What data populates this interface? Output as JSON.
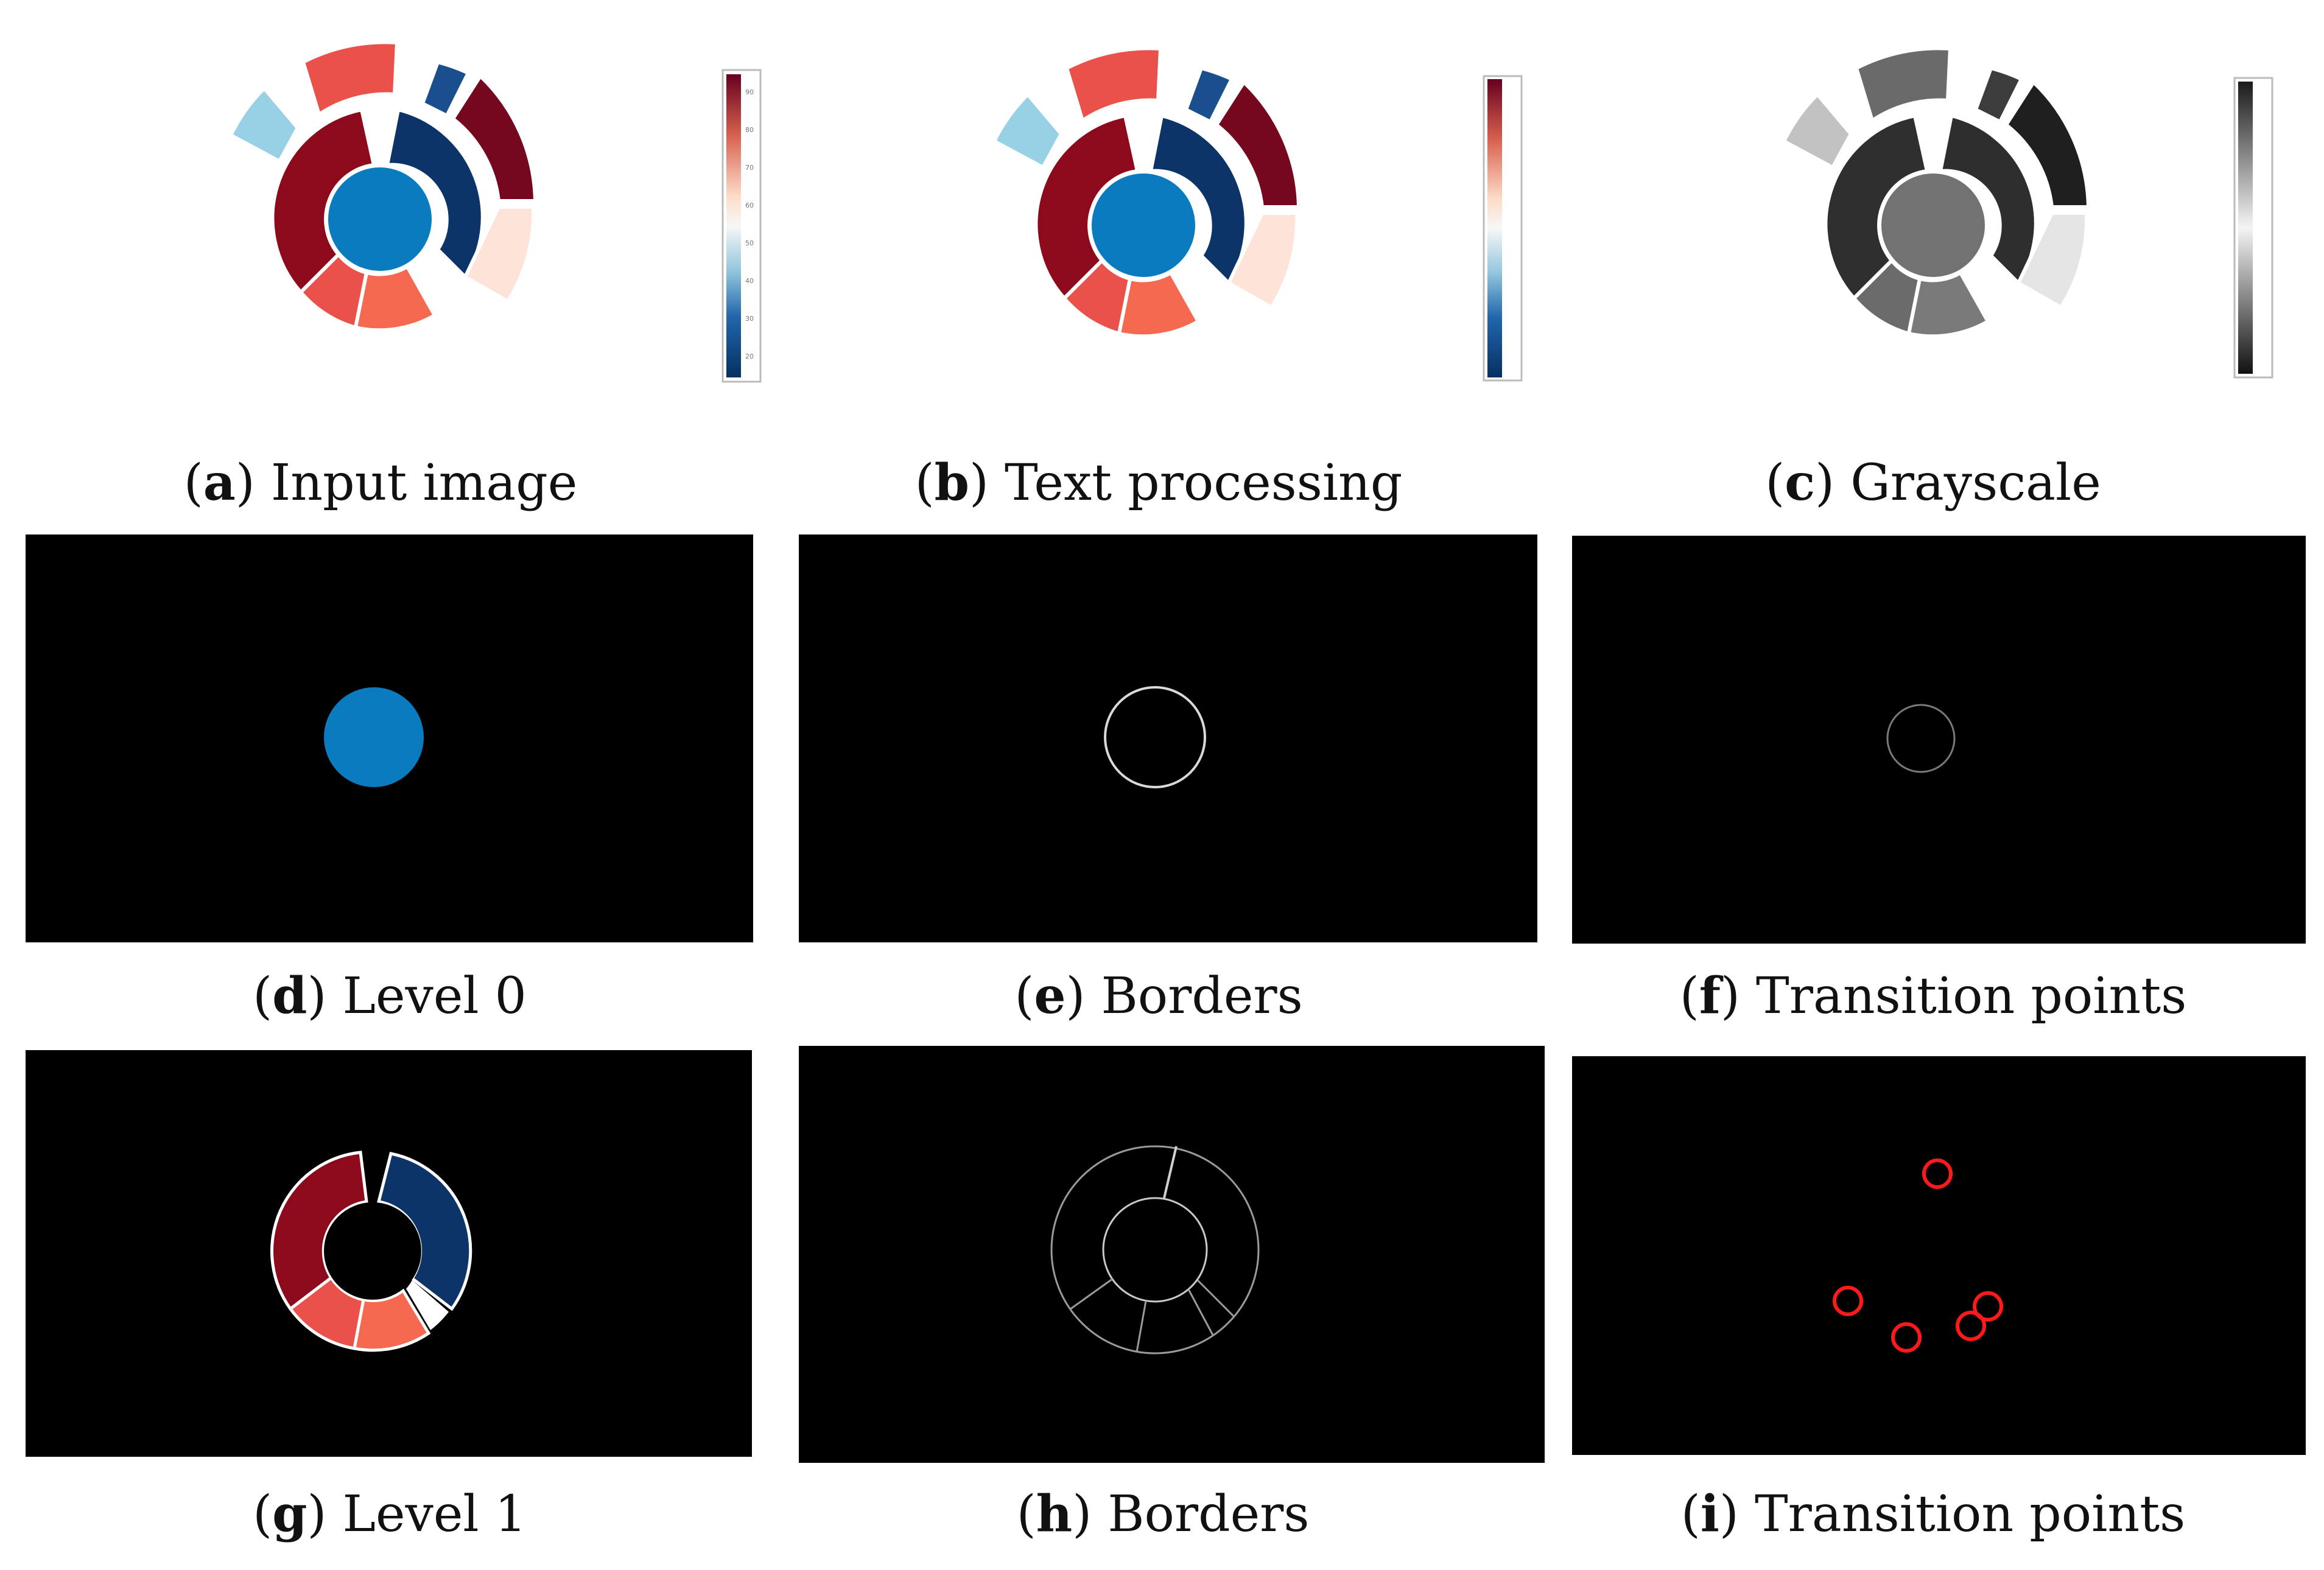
{
  "panels": [
    {
      "letter": "a",
      "label": "Input image"
    },
    {
      "letter": "b",
      "label": "Text processing"
    },
    {
      "letter": "c",
      "label": "Grayscale"
    },
    {
      "letter": "d",
      "label": "Level 0"
    },
    {
      "letter": "e",
      "label": "Borders"
    },
    {
      "letter": "f",
      "label": "Transition points"
    },
    {
      "letter": "g",
      "label": "Level 1"
    },
    {
      "letter": "h",
      "label": "Borders"
    },
    {
      "letter": "i",
      "label": "Transition points"
    }
  ],
  "colorbar_ticks": [
    "90",
    "80",
    "70",
    "60",
    "50",
    "40",
    "30",
    "20"
  ],
  "colors": {
    "center": "#0a7bbf",
    "dark_red": "#8c0a1c",
    "deep_red": "#75081f",
    "red": "#e9514a",
    "salmon": "#f4694f",
    "pale_peach": "#fde3d8",
    "light_blue": "#98d0e6",
    "navy": "#0c3468",
    "blue": "#1a4f8d",
    "background_black": "#000000",
    "transition_marker": "#ff1a1a"
  }
}
